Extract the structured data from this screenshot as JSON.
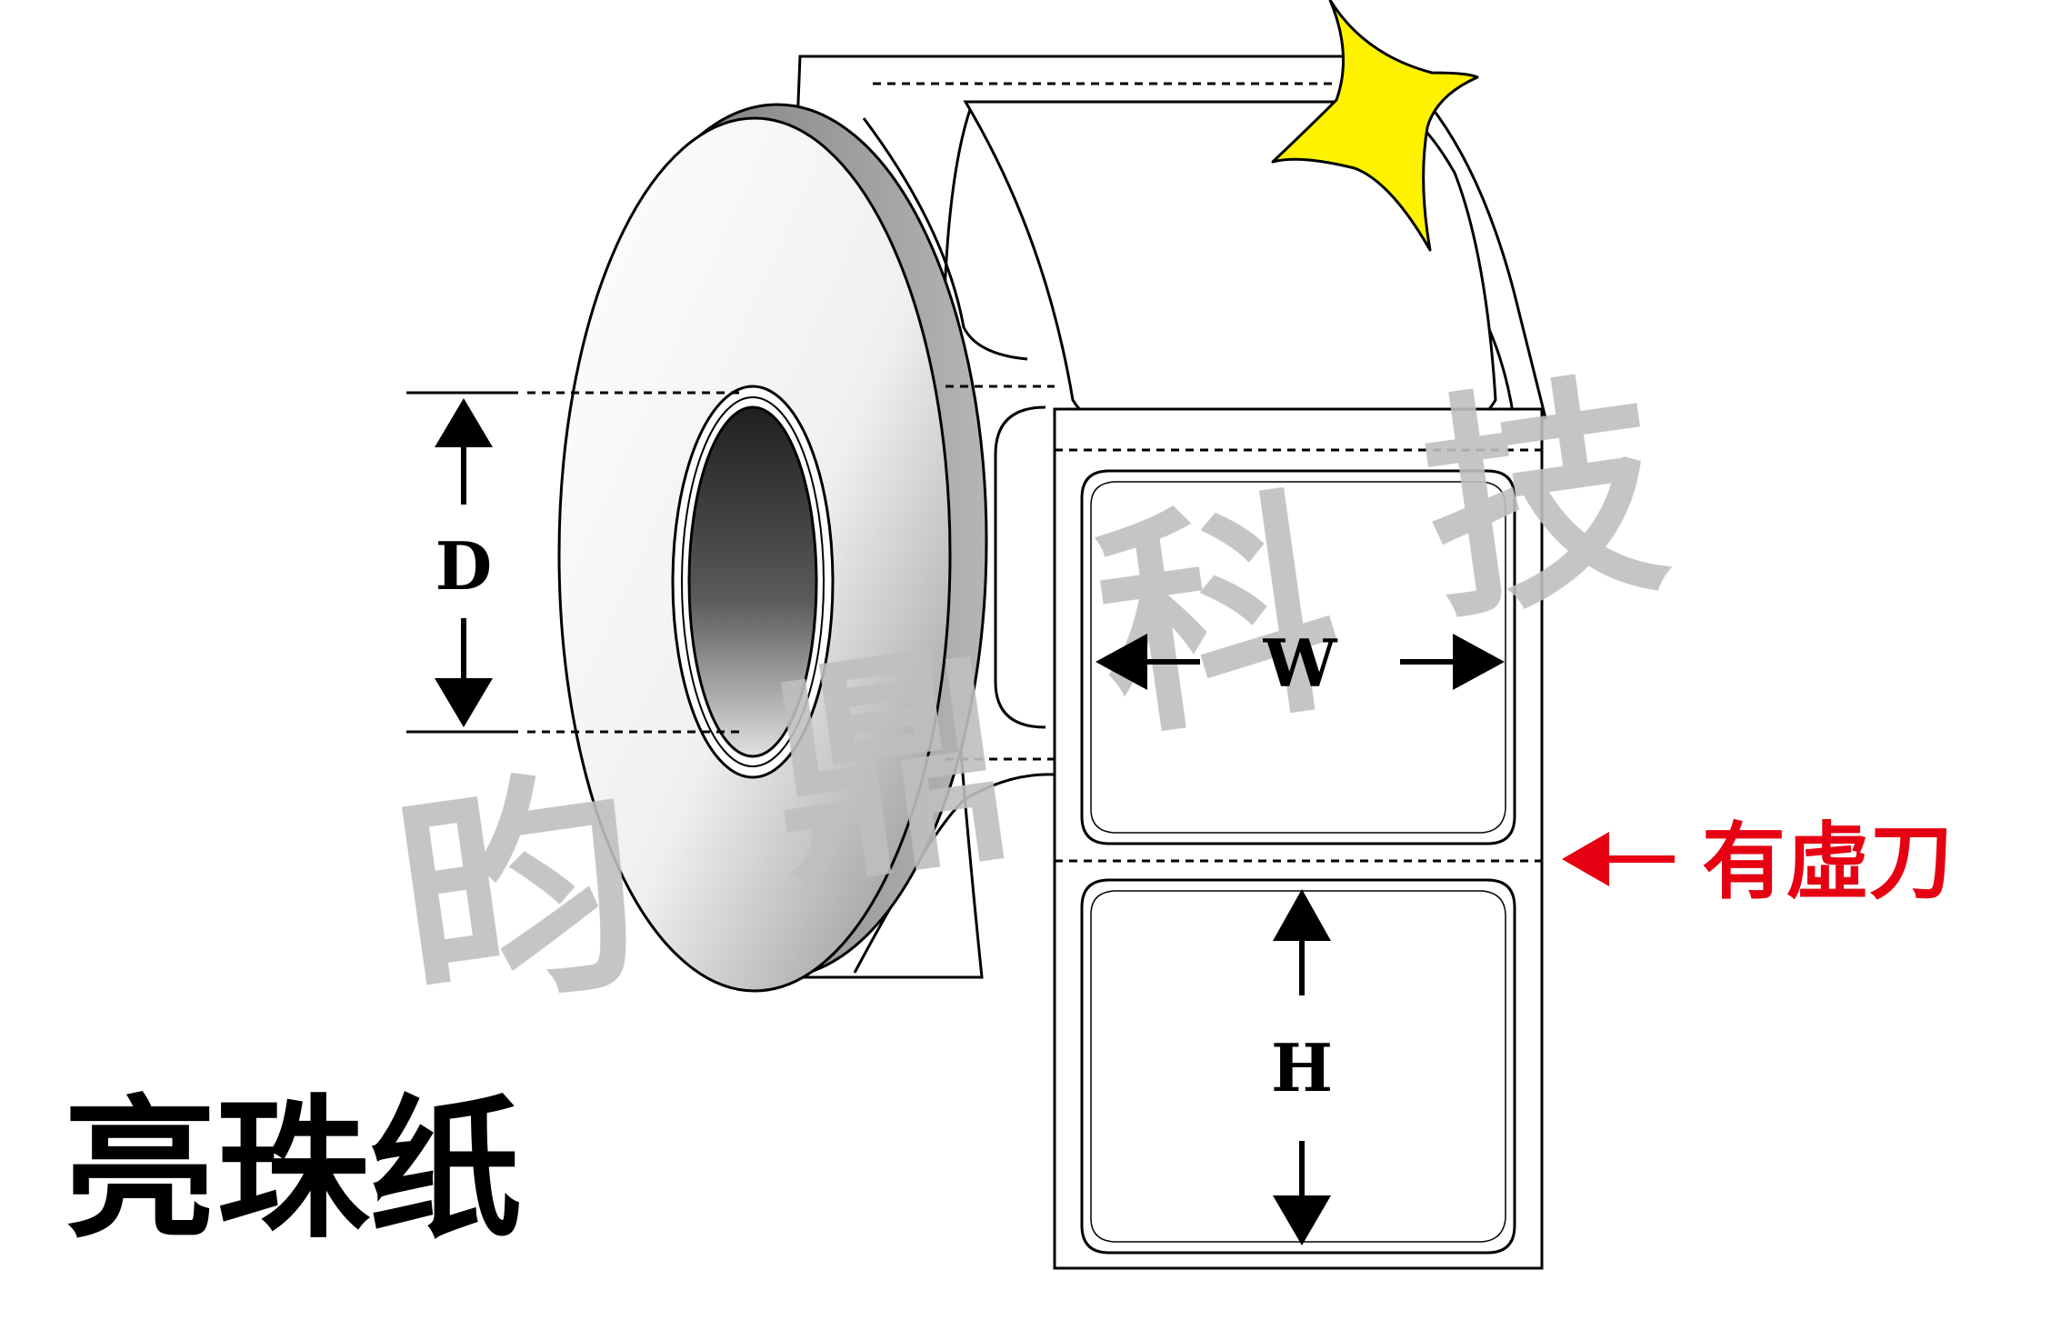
{
  "title": "亮珠纸",
  "perforation_note": "有虛刀",
  "dimensions": {
    "diameter": "D",
    "width": "W",
    "height": "H"
  },
  "watermark": [
    "昀",
    "鼎",
    "科",
    "技"
  ],
  "colors": {
    "note": "#e60012",
    "sparkle": "#fff200",
    "watermark": "#bfbfbf",
    "ink": "#000000"
  },
  "icons": [
    "sparkle-icon",
    "arrow-left-icon"
  ]
}
